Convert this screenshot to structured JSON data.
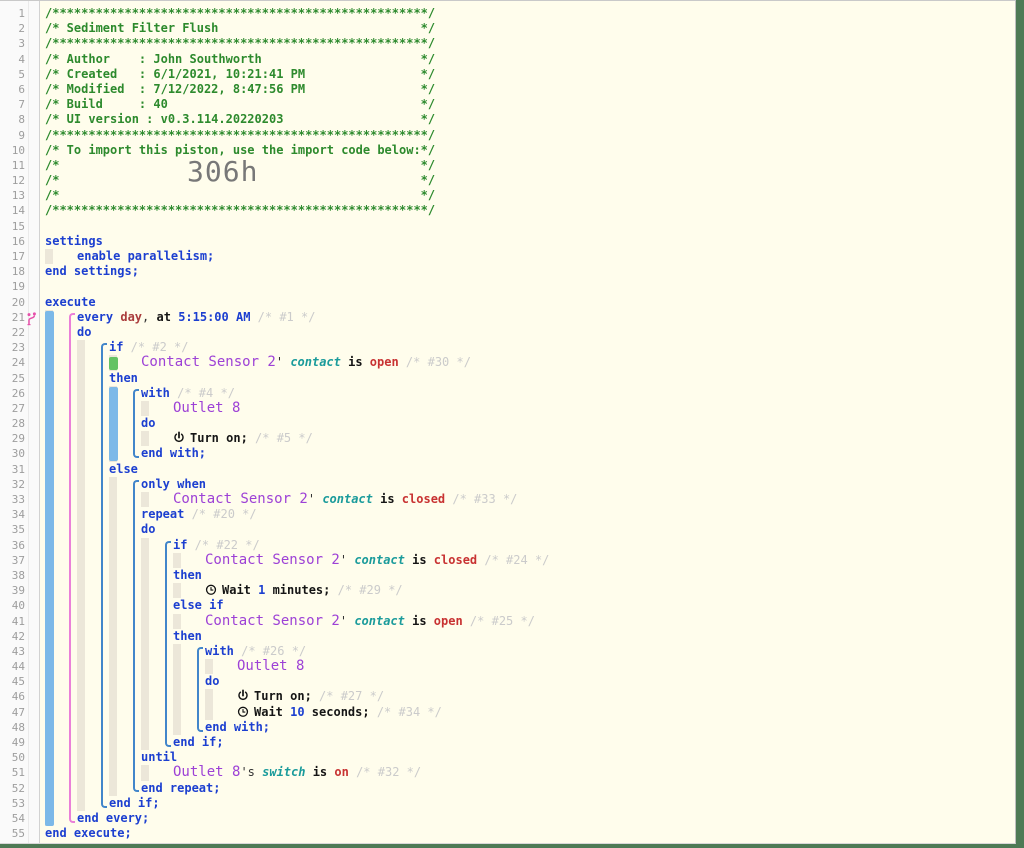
{
  "app": "webCoRE piston editor",
  "import_code": "306h",
  "colors": {
    "page_background": "#4e7a55",
    "editor_background": "#fffdec",
    "gutter_background": "#fafafa",
    "comment_green": "#2d8a2d",
    "comment_gray": "#cbcbcb",
    "keyword_blue": "#1c3fd0",
    "device_purple": "#9d41d6",
    "attribute_teal": "#1a9b9b",
    "value_red": "#c83232",
    "constant_red": "#aa3c3c",
    "indent_guide": "#ece7d9",
    "statement_bar_blue": "#7cb9e8",
    "condition_bar_green": "#64c364",
    "bracket_blue": "#4286ca",
    "bracket_pink": "#ea80d8",
    "async_icon_pink": "#e650aa"
  },
  "header": {
    "title": "Sediment Filter Flush",
    "author": "John Southworth",
    "created": "6/1/2021, 10:21:41 PM",
    "modified": "7/12/2022, 8:47:56 PM",
    "build": "40",
    "ui_version": "v0.3.114.20220203",
    "import_hint": "To import this piston, use the import code below:"
  },
  "gutter_icons": [
    {
      "line": 21,
      "icon": "async"
    }
  ],
  "bars": [
    {
      "col": 0,
      "from": 21,
      "to": 54,
      "color": "blue"
    },
    {
      "col": 2,
      "from": 24,
      "to": 24,
      "color": "green"
    },
    {
      "col": 2,
      "from": 26,
      "to": 30,
      "color": "blue"
    }
  ],
  "brackets": [
    {
      "level": 1,
      "from": 21,
      "to": 54,
      "color": "pink"
    },
    {
      "level": 2,
      "from": 23,
      "to": 53,
      "color": "blue"
    },
    {
      "level": 3,
      "from": 26,
      "to": 30,
      "color": "blue"
    },
    {
      "level": 3,
      "from": 32,
      "to": 52,
      "color": "blue"
    },
    {
      "level": 4,
      "from": 36,
      "to": 49,
      "color": "blue"
    },
    {
      "level": 5,
      "from": 43,
      "to": 48,
      "color": "blue"
    }
  ],
  "lines": [
    {
      "n": 1,
      "L": 0,
      "stars": true
    },
    {
      "n": 2,
      "L": 0,
      "hdr": "Sediment Filter Flush"
    },
    {
      "n": 3,
      "L": 0,
      "stars": true
    },
    {
      "n": 4,
      "L": 0,
      "hdr": "Author    : John Southworth"
    },
    {
      "n": 5,
      "L": 0,
      "hdr": "Created   : 6/1/2021, 10:21:41 PM"
    },
    {
      "n": 6,
      "L": 0,
      "hdr": "Modified  : 7/12/2022, 8:47:56 PM"
    },
    {
      "n": 7,
      "L": 0,
      "hdr": "Build     : 40"
    },
    {
      "n": 8,
      "L": 0,
      "hdr": "UI version : v0.3.114.20220203"
    },
    {
      "n": 9,
      "L": 0,
      "stars": true
    },
    {
      "n": 10,
      "L": 0,
      "hdr": "To import this piston, use the import code below:"
    },
    {
      "n": 11,
      "L": 0,
      "hdr": ""
    },
    {
      "n": 12,
      "L": 0,
      "hdr": ""
    },
    {
      "n": 13,
      "L": 0,
      "hdr": ""
    },
    {
      "n": 14,
      "L": 0,
      "stars": true
    },
    {
      "n": 15,
      "L": 0,
      "s": []
    },
    {
      "n": 16,
      "L": 0,
      "s": [
        [
          "k",
          "settings"
        ]
      ]
    },
    {
      "n": 17,
      "L": 1,
      "s": [
        [
          "k",
          "enable parallelism;"
        ]
      ]
    },
    {
      "n": 18,
      "L": 0,
      "s": [
        [
          "k",
          "end settings;"
        ]
      ]
    },
    {
      "n": 19,
      "L": 0,
      "s": []
    },
    {
      "n": 20,
      "L": 0,
      "s": [
        [
          "k",
          "execute"
        ]
      ]
    },
    {
      "n": 21,
      "L": 1,
      "s": [
        [
          "k",
          "every"
        ],
        [
          "p",
          " "
        ],
        [
          "dy",
          "day"
        ],
        [
          "p",
          ", "
        ],
        [
          "b",
          "at"
        ],
        [
          "p",
          " "
        ],
        [
          "n",
          "5:15:00 AM"
        ],
        [
          "c",
          " /* #1 */"
        ]
      ]
    },
    {
      "n": 22,
      "L": 1,
      "s": [
        [
          "k",
          "do"
        ]
      ]
    },
    {
      "n": 23,
      "L": 2,
      "s": [
        [
          "k",
          "if"
        ],
        [
          "c",
          " /* #2 */"
        ]
      ]
    },
    {
      "n": 24,
      "L": 3,
      "s": [
        [
          "d",
          "Contact Sensor 2"
        ],
        [
          "p",
          "' "
        ],
        [
          "a",
          "contact"
        ],
        [
          "b",
          " is "
        ],
        [
          "r",
          "open"
        ],
        [
          "c",
          " /* #30 */"
        ]
      ]
    },
    {
      "n": 25,
      "L": 2,
      "s": [
        [
          "k",
          "then"
        ]
      ]
    },
    {
      "n": 26,
      "L": 3,
      "s": [
        [
          "k",
          "with"
        ],
        [
          "c",
          " /* #4 */"
        ]
      ]
    },
    {
      "n": 27,
      "L": 4,
      "s": [
        [
          "d",
          "Outlet 8"
        ]
      ]
    },
    {
      "n": 28,
      "L": 3,
      "s": [
        [
          "k",
          "do"
        ]
      ]
    },
    {
      "n": 29,
      "L": 4,
      "s": [
        [
          "i",
          "power"
        ],
        [
          "b",
          "Turn on;"
        ],
        [
          "c",
          " /* #5 */"
        ]
      ]
    },
    {
      "n": 30,
      "L": 3,
      "s": [
        [
          "k",
          "end with;"
        ]
      ]
    },
    {
      "n": 31,
      "L": 2,
      "s": [
        [
          "k",
          "else"
        ]
      ]
    },
    {
      "n": 32,
      "L": 3,
      "s": [
        [
          "k",
          "only when"
        ]
      ]
    },
    {
      "n": 33,
      "L": 4,
      "s": [
        [
          "d",
          "Contact Sensor 2"
        ],
        [
          "p",
          "' "
        ],
        [
          "a",
          "contact"
        ],
        [
          "b",
          " is "
        ],
        [
          "r",
          "closed"
        ],
        [
          "c",
          " /* #33 */"
        ]
      ]
    },
    {
      "n": 34,
      "L": 3,
      "s": [
        [
          "k",
          "repeat"
        ],
        [
          "c",
          " /* #20 */"
        ]
      ]
    },
    {
      "n": 35,
      "L": 3,
      "s": [
        [
          "k",
          "do"
        ]
      ]
    },
    {
      "n": 36,
      "L": 4,
      "s": [
        [
          "k",
          "if"
        ],
        [
          "c",
          " /* #22 */"
        ]
      ]
    },
    {
      "n": 37,
      "L": 5,
      "s": [
        [
          "d",
          "Contact Sensor 2"
        ],
        [
          "p",
          "' "
        ],
        [
          "a",
          "contact"
        ],
        [
          "b",
          " is "
        ],
        [
          "r",
          "closed"
        ],
        [
          "c",
          " /* #24 */"
        ]
      ]
    },
    {
      "n": 38,
      "L": 4,
      "s": [
        [
          "k",
          "then"
        ]
      ]
    },
    {
      "n": 39,
      "L": 5,
      "s": [
        [
          "i",
          "clock"
        ],
        [
          "b",
          "Wait "
        ],
        [
          "n",
          "1"
        ],
        [
          "b",
          " minutes;"
        ],
        [
          "c",
          " /* #29 */"
        ]
      ]
    },
    {
      "n": 40,
      "L": 4,
      "s": [
        [
          "k",
          "else if"
        ]
      ]
    },
    {
      "n": 41,
      "L": 5,
      "s": [
        [
          "d",
          "Contact Sensor 2"
        ],
        [
          "p",
          "' "
        ],
        [
          "a",
          "contact"
        ],
        [
          "b",
          " is "
        ],
        [
          "r",
          "open"
        ],
        [
          "c",
          " /* #25 */"
        ]
      ]
    },
    {
      "n": 42,
      "L": 4,
      "s": [
        [
          "k",
          "then"
        ]
      ]
    },
    {
      "n": 43,
      "L": 5,
      "s": [
        [
          "k",
          "with"
        ],
        [
          "c",
          " /* #26 */"
        ]
      ]
    },
    {
      "n": 44,
      "L": 6,
      "s": [
        [
          "d",
          "Outlet 8"
        ]
      ]
    },
    {
      "n": 45,
      "L": 5,
      "s": [
        [
          "k",
          "do"
        ]
      ]
    },
    {
      "n": 46,
      "L": 6,
      "s": [
        [
          "i",
          "power"
        ],
        [
          "b",
          "Turn on;"
        ],
        [
          "c",
          " /* #27 */"
        ]
      ]
    },
    {
      "n": 47,
      "L": 6,
      "s": [
        [
          "i",
          "clock"
        ],
        [
          "b",
          "Wait "
        ],
        [
          "n",
          "10"
        ],
        [
          "b",
          " seconds;"
        ],
        [
          "c",
          " /* #34 */"
        ]
      ]
    },
    {
      "n": 48,
      "L": 5,
      "s": [
        [
          "k",
          "end with;"
        ]
      ]
    },
    {
      "n": 49,
      "L": 4,
      "s": [
        [
          "k",
          "end if;"
        ]
      ]
    },
    {
      "n": 50,
      "L": 3,
      "s": [
        [
          "k",
          "until"
        ]
      ]
    },
    {
      "n": 51,
      "L": 4,
      "s": [
        [
          "d",
          "Outlet 8"
        ],
        [
          "p",
          "'s "
        ],
        [
          "a",
          "switch"
        ],
        [
          "b",
          " is "
        ],
        [
          "r",
          "on"
        ],
        [
          "c",
          " /* #32 */"
        ]
      ]
    },
    {
      "n": 52,
      "L": 3,
      "s": [
        [
          "k",
          "end repeat;"
        ]
      ]
    },
    {
      "n": 53,
      "L": 2,
      "s": [
        [
          "k",
          "end if;"
        ]
      ]
    },
    {
      "n": 54,
      "L": 1,
      "s": [
        [
          "k",
          "end every;"
        ]
      ]
    },
    {
      "n": 55,
      "L": 0,
      "s": [
        [
          "k",
          "end execute;"
        ]
      ]
    }
  ]
}
